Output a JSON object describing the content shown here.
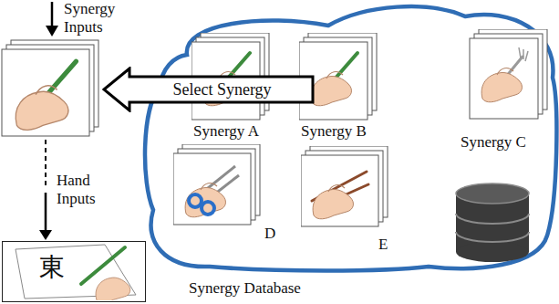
{
  "diagram": {
    "nodes": [
      {
        "text": [
          "Synergy Database"
        ]
      },
      {
        "text": [
          "Synergy A"
        ],
        "in": 0
      },
      {
        "text": [
          "Synergy B"
        ],
        "in": 0
      },
      {
        "text": [
          "Synergy C"
        ],
        "in": 0
      },
      {
        "text": [
          "D"
        ],
        "in": 0
      },
      {
        "text": [
          "E"
        ],
        "in": 0
      },
      {
        "text": [
          "Select Synergy"
        ]
      },
      {
        "text": [
          "東"
        ]
      }
    ],
    "labels": [
      "Synergy Inputs",
      "Hand Inputs"
    ]
  }
}
